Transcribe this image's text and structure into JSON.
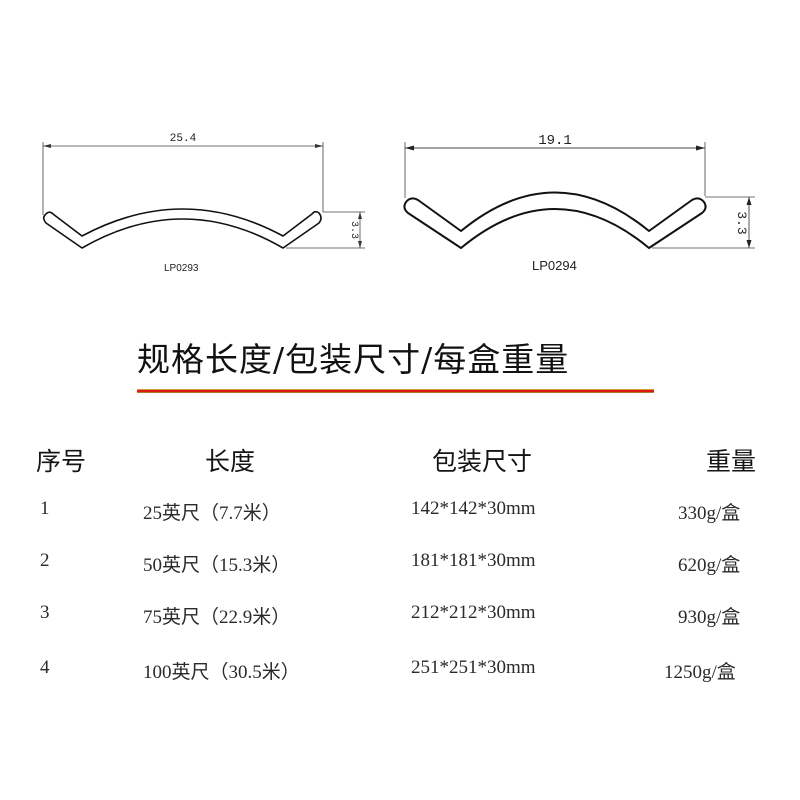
{
  "drawings": [
    {
      "part_code": "LP0293",
      "width_dim": "25.4",
      "height_dim": "3.3"
    },
    {
      "part_code": "LP0294",
      "width_dim": "19.1",
      "height_dim": "3.3"
    }
  ],
  "title": "规格长度/包装尺寸/每盒重量",
  "accent_color": "#e0190f",
  "table": {
    "headers": {
      "index": "序号",
      "length": "长度",
      "package": "包装尺寸",
      "weight": "重量"
    },
    "rows": [
      {
        "index": "1",
        "length": "25英尺（7.7米）",
        "package": "142*142*30mm",
        "weight": "330g/盒"
      },
      {
        "index": "2",
        "length": "50英尺（15.3米）",
        "package": "181*181*30mm",
        "weight": "620g/盒"
      },
      {
        "index": "3",
        "length": "75英尺（22.9米）",
        "package": "212*212*30mm",
        "weight": "930g/盒"
      },
      {
        "index": "4",
        "length": "100英尺（30.5米）",
        "package": "251*251*30mm",
        "weight": "1250g/盒"
      }
    ]
  }
}
